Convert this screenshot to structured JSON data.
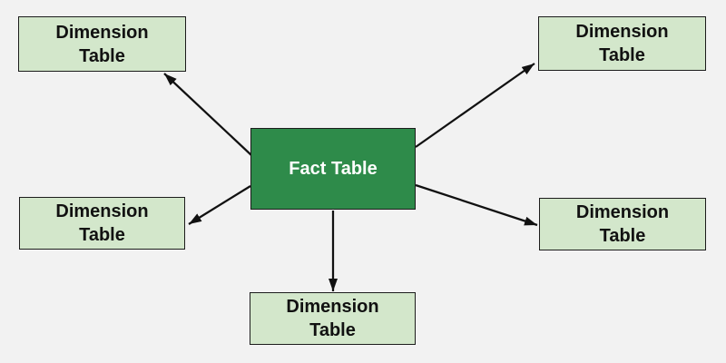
{
  "diagram": {
    "fact_table": {
      "label": "Fact Table"
    },
    "dimension_tables": [
      {
        "position": "top-left",
        "label": "Dimension Table"
      },
      {
        "position": "top-right",
        "label": "Dimension Table"
      },
      {
        "position": "middle-left",
        "label": "Dimension Table"
      },
      {
        "position": "middle-right",
        "label": "Dimension Table"
      },
      {
        "position": "bottom-center",
        "label": "Dimension Table"
      }
    ],
    "connections": [
      {
        "from": "fact-table",
        "to": "dimension-top-left",
        "arrowhead": "at-dimension"
      },
      {
        "from": "fact-table",
        "to": "dimension-top-right",
        "arrowhead": "at-dimension"
      },
      {
        "from": "fact-table",
        "to": "dimension-middle-left",
        "arrowhead": "at-dimension"
      },
      {
        "from": "fact-table",
        "to": "dimension-middle-right",
        "arrowhead": "at-dimension"
      },
      {
        "from": "fact-table",
        "to": "dimension-bottom-center",
        "arrowhead": "at-dimension"
      }
    ],
    "colors": {
      "background": "#f2f2f2",
      "fact_fill": "#2e8b4a",
      "fact_text": "#ffffff",
      "dimension_fill": "#d3e7cb",
      "dimension_text": "#111111",
      "box_border": "#1c1c1c",
      "arrow": "#111111"
    }
  }
}
